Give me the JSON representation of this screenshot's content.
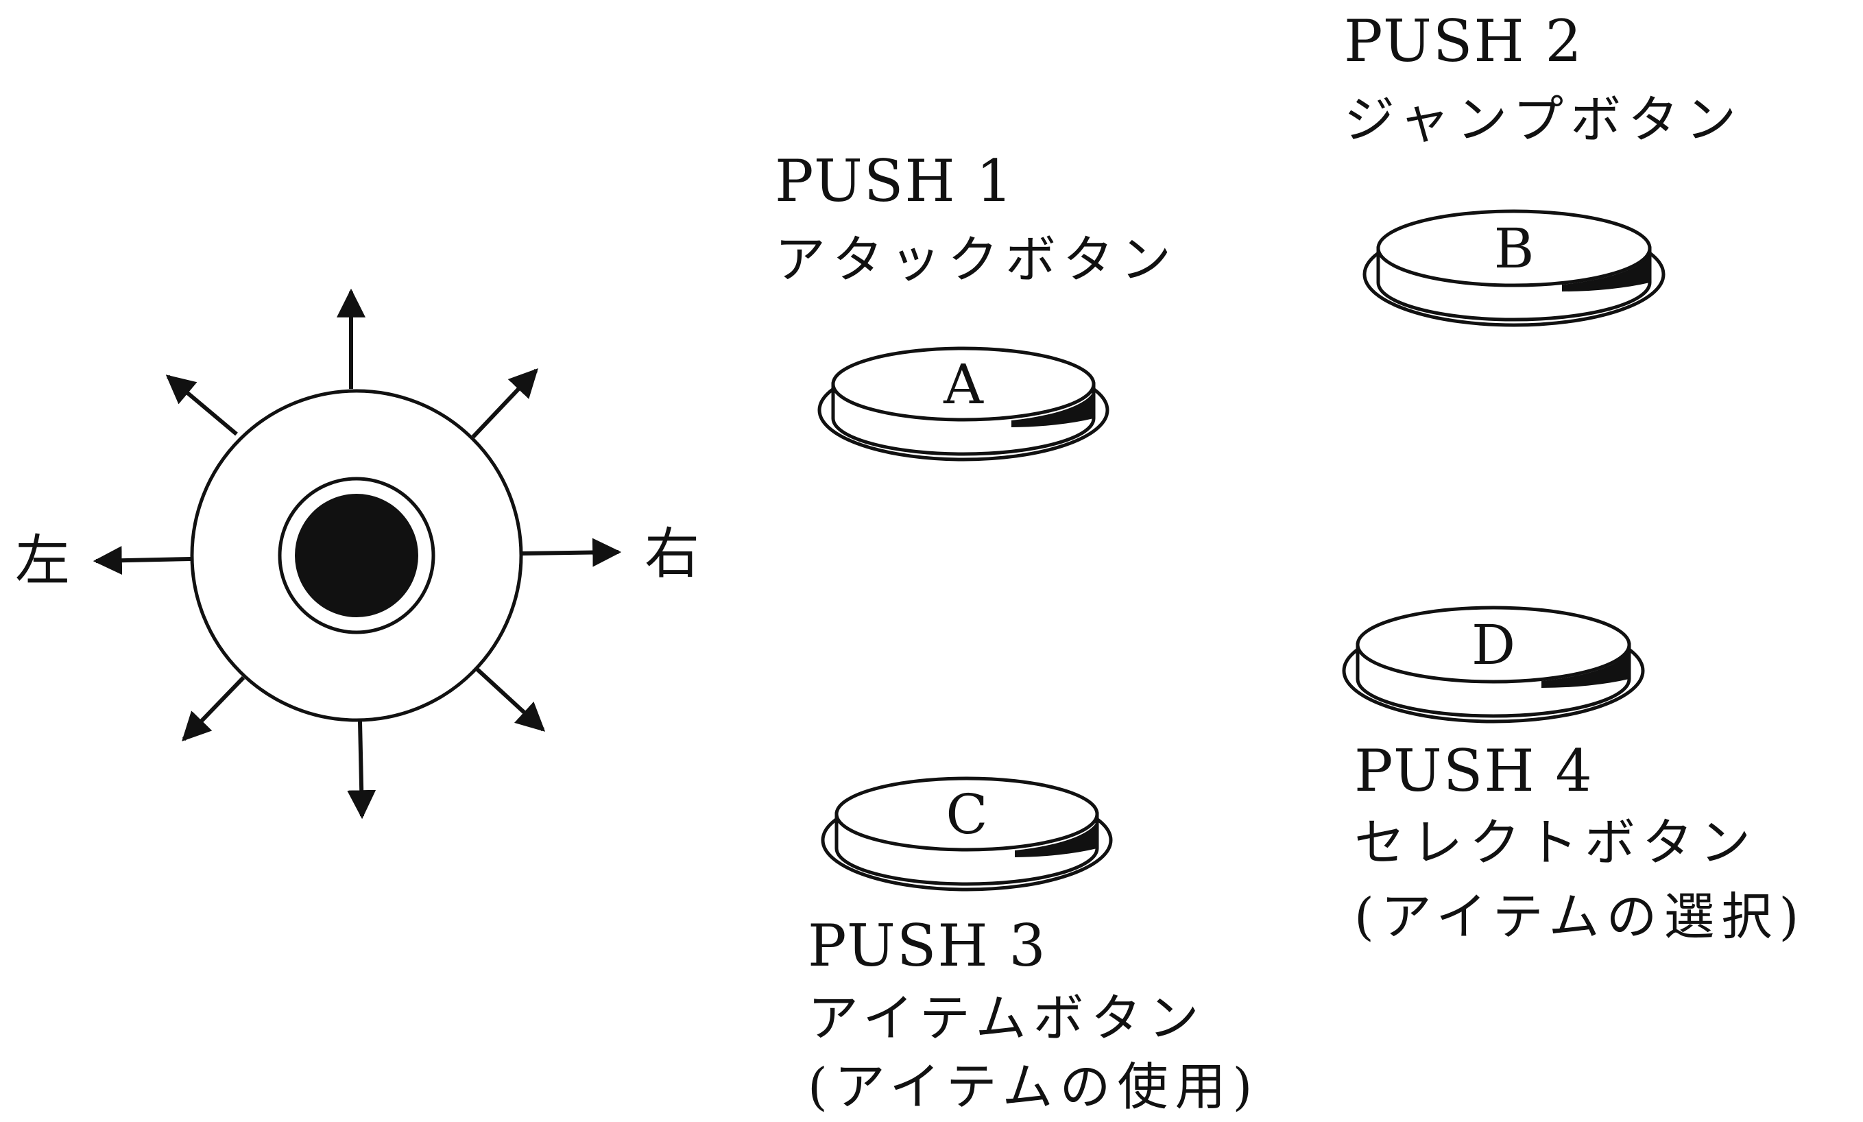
{
  "joystick": {
    "left_label": "左",
    "right_label": "右"
  },
  "buttons": [
    {
      "key": "a",
      "letter": "A",
      "push": "PUSH 1",
      "name": "アタックボタン",
      "note": ""
    },
    {
      "key": "b",
      "letter": "B",
      "push": "PUSH 2",
      "name": "ジャンプボタン",
      "note": ""
    },
    {
      "key": "c",
      "letter": "C",
      "push": "PUSH 3",
      "name": "アイテムボタン",
      "note": "(アイテムの使用)"
    },
    {
      "key": "d",
      "letter": "D",
      "push": "PUSH 4",
      "name": "セレクトボタン",
      "note": "(アイテムの選択)"
    }
  ]
}
